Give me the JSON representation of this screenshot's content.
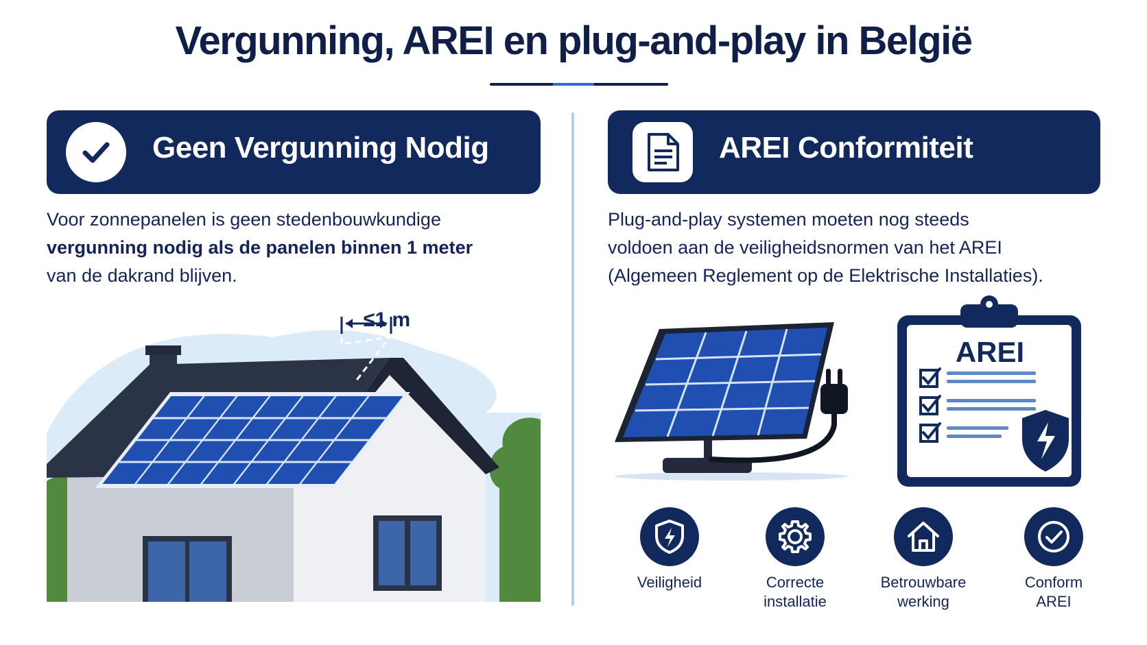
{
  "title": "Vergunning, AREI en plug-and-play in België",
  "left": {
    "header": "Geen Vergunning Nodig",
    "header_icon": "check-circle-icon",
    "text_plain_1": "Voor zonnepanelen is geen stedenbouwkundige",
    "text_bold": "vergunning nodig als de panelen binnen 1 meter",
    "text_plain_2": "van de dakrand blijven.",
    "dimension_label": "≤1 m"
  },
  "right": {
    "header": "AREI Conformiteit",
    "header_icon": "document-icon",
    "text_line_1": "Plug-and-play systemen moeten nog steeds",
    "text_line_2": "voldoen aan de veiligheidsnormen van het AREI",
    "text_line_3": "(Algemeen Reglement op de Elektrische Installaties).",
    "clipboard_label": "AREI"
  },
  "features": [
    {
      "line1": "Veiligheid",
      "line2": "",
      "icon": "shield-bolt-icon"
    },
    {
      "line1": "Correcte",
      "line2": "installatie",
      "icon": "gear-icon"
    },
    {
      "line1": "Betrouwbare",
      "line2": "werking",
      "icon": "house-icon"
    },
    {
      "line1": "Conform",
      "line2": "AREI",
      "icon": "check-circle-icon"
    }
  ],
  "colors": {
    "navy": "#12295e",
    "accent_blue": "#2a6fcf",
    "panel_blue": "#1f4fb0",
    "sky": "#dcebf8",
    "green": "#4f8a3e"
  }
}
